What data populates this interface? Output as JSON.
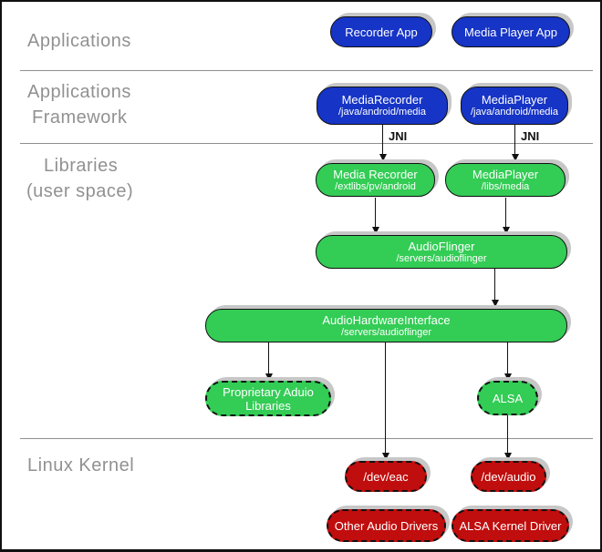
{
  "sections": {
    "applications": {
      "label": "Applications"
    },
    "framework": {
      "line1": "Applications",
      "line2": "Framework"
    },
    "libraries": {
      "line1": "Libraries",
      "line2": "(user space)"
    },
    "kernel": {
      "label": "Linux Kernel"
    }
  },
  "labels": {
    "jni": "JNI"
  },
  "nodes": {
    "recorder_app": {
      "title": "Recorder App"
    },
    "media_player_app": {
      "title": "Media Player App"
    },
    "media_recorder_fw": {
      "title": "MediaRecorder",
      "path": "/java/android/media"
    },
    "media_player_fw": {
      "title": "MediaPlayer",
      "path": "/java/android/media"
    },
    "media_recorder_lib": {
      "title": "Media Recorder",
      "path": "/extlibs/pv/android"
    },
    "media_player_lib": {
      "title": "MediaPlayer",
      "path": "/libs/media"
    },
    "audioflinger": {
      "title": "AudioFlinger",
      "path": "/servers/audioflinger"
    },
    "audio_hw_interface": {
      "title": "AudioHardwareInterface",
      "path": "/servers/audioflinger"
    },
    "proprietary_audio_libs": {
      "line1": "Proprietary Aduio",
      "line2": "Libraries"
    },
    "alsa": {
      "title": "ALSA"
    },
    "dev_eac": {
      "title": "/dev/eac"
    },
    "dev_audio": {
      "title": "/dev/audio"
    },
    "other_audio_drivers": {
      "title": "Other Audio Drivers"
    },
    "alsa_kernel_driver": {
      "title": "ALSA Kernel Driver"
    }
  },
  "colors": {
    "app_blue": "#1634c5",
    "lib_green": "#33cc55",
    "kernel_red": "#c00d0d",
    "shadow_gray": "#c7c7c7",
    "section_text_gray": "#919191",
    "node_text": "#ffffff"
  }
}
